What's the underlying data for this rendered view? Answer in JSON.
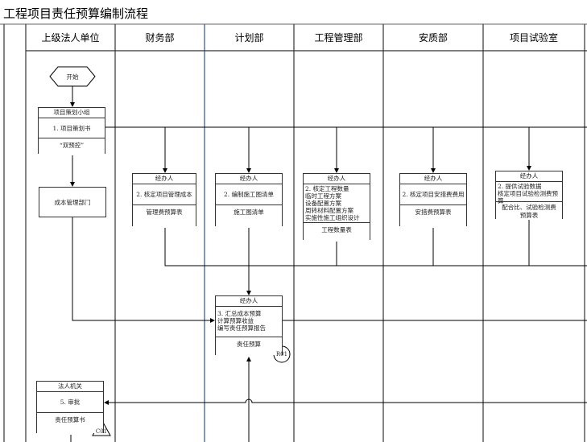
{
  "title": "工程项目责任预算编制流程",
  "lanes": [
    "上级法人单位",
    "财务部",
    "计划部",
    "工程管理部",
    "安质部",
    "项目试验室"
  ],
  "start": "开始",
  "project_box": {
    "header": "项目策划小组",
    "body": "1. 项目策划书",
    "doc": "“双预控”"
  },
  "cost_dept": "成本管理部门",
  "finance_box": {
    "header": "经办人",
    "body": "2. 核定项目管理成本",
    "doc": "管理费预算表"
  },
  "plan_box": {
    "header": "经办人",
    "body": "2. 编制施工图清单",
    "doc": "施工图清单"
  },
  "eng_box": {
    "header": "经办人",
    "body": [
      "2. 核定工程数量",
      "临时工程方案",
      "设备配置方案",
      "周转材料配置方案",
      "实施性施工组织设计"
    ],
    "doc": "工程数量表"
  },
  "safety_box": {
    "header": "经办人",
    "body": "2. 核定项目安措费费用",
    "doc": "安措费预算表"
  },
  "lab_box": {
    "header": "经办人",
    "body": [
      "2. 提供试验数据",
      "核定项目试验检测费预算"
    ],
    "doc": "配合比、试验检测费预算表"
  },
  "summary_box": {
    "header": "经办人",
    "body": [
      "3. 汇总成本预算",
      "计算预算收益",
      "编写责任预算报告"
    ],
    "doc": "责任预算",
    "connector": "R01"
  },
  "legal_box": {
    "header": "法人机关",
    "body": "5. 审批",
    "doc": "责任预算书",
    "connector": "C01"
  }
}
